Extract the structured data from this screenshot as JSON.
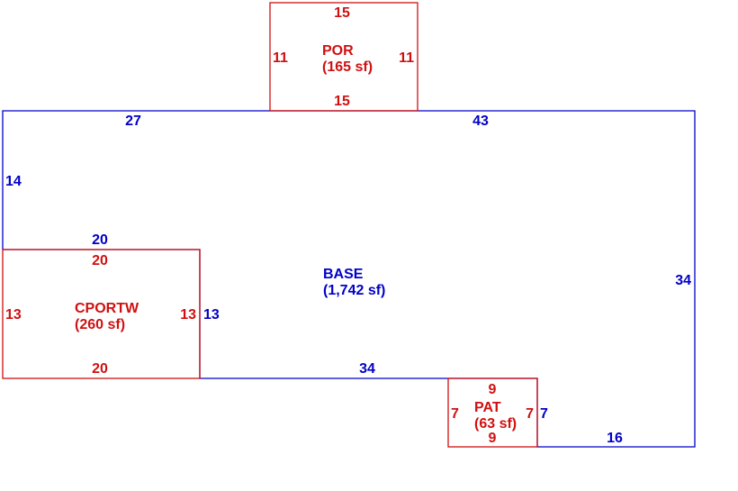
{
  "colors": {
    "base": "#0000c8",
    "addition": "#d01010",
    "background": "#ffffff"
  },
  "areas": {
    "base": {
      "name": "BASE",
      "area": "(1,742 sf)"
    },
    "por": {
      "name": "POR",
      "area": "(165 sf)"
    },
    "cportw": {
      "name": "CPORTW",
      "area": "(260 sf)"
    },
    "pat": {
      "name": "PAT",
      "area": "(63 sf)"
    }
  },
  "dimensions": {
    "base": {
      "top_left": "27",
      "top_right": "43",
      "left_upper": "14",
      "step_top": "20",
      "step_side": "13",
      "bottom_middle": "34",
      "pat_side": "7",
      "bottom_right": "16",
      "right": "34"
    },
    "por": {
      "top": "15",
      "bottom": "15",
      "left": "11",
      "right": "11"
    },
    "cportw": {
      "top": "20",
      "bottom": "20",
      "left": "13",
      "right": "13"
    },
    "pat": {
      "top": "9",
      "bottom": "9",
      "left": "7",
      "right": "7"
    }
  }
}
